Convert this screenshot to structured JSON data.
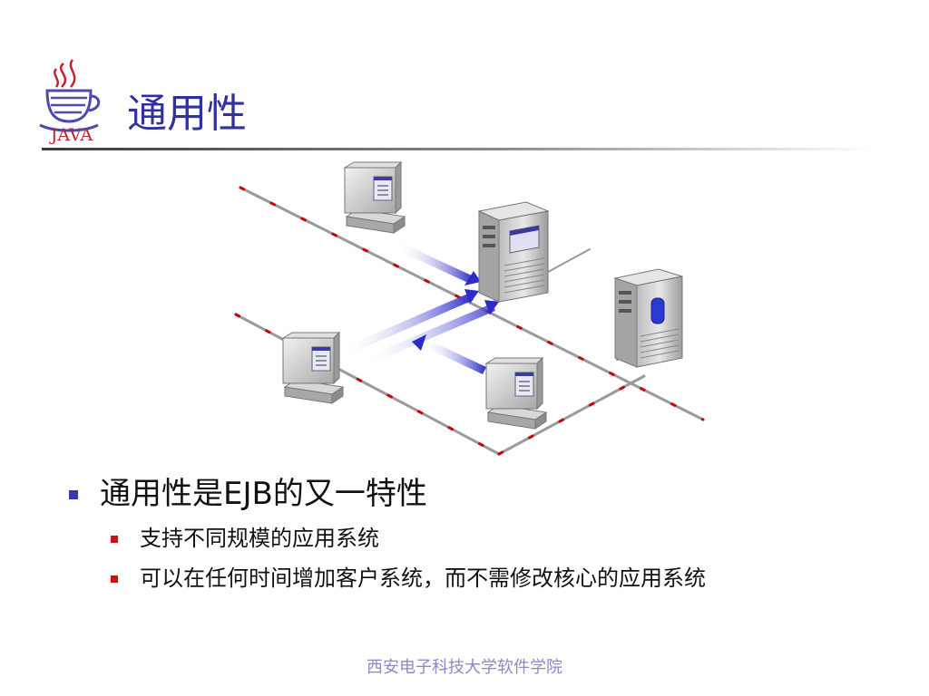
{
  "logo": {
    "wordmark": "JAVA"
  },
  "slide": {
    "title": "通用性"
  },
  "diagram": {
    "icons": [
      "java-cup-icon",
      "desktop-computer-icon",
      "server-tower-icon",
      "database-server-icon",
      "arrow-icon"
    ],
    "colors": {
      "network_line": "#999999",
      "network_dash": "#cc0000",
      "arrow": "#2c2cc8",
      "accent": "#3030a0"
    }
  },
  "bullets": {
    "main": "通用性是EJB的又一特性",
    "sub": [
      "支持不同规模的应用系统",
      "可以在任何时间增加客户系统，而不需修改核心的应用系统"
    ]
  },
  "footer": {
    "text": "西安电子科技大学软件学院"
  }
}
